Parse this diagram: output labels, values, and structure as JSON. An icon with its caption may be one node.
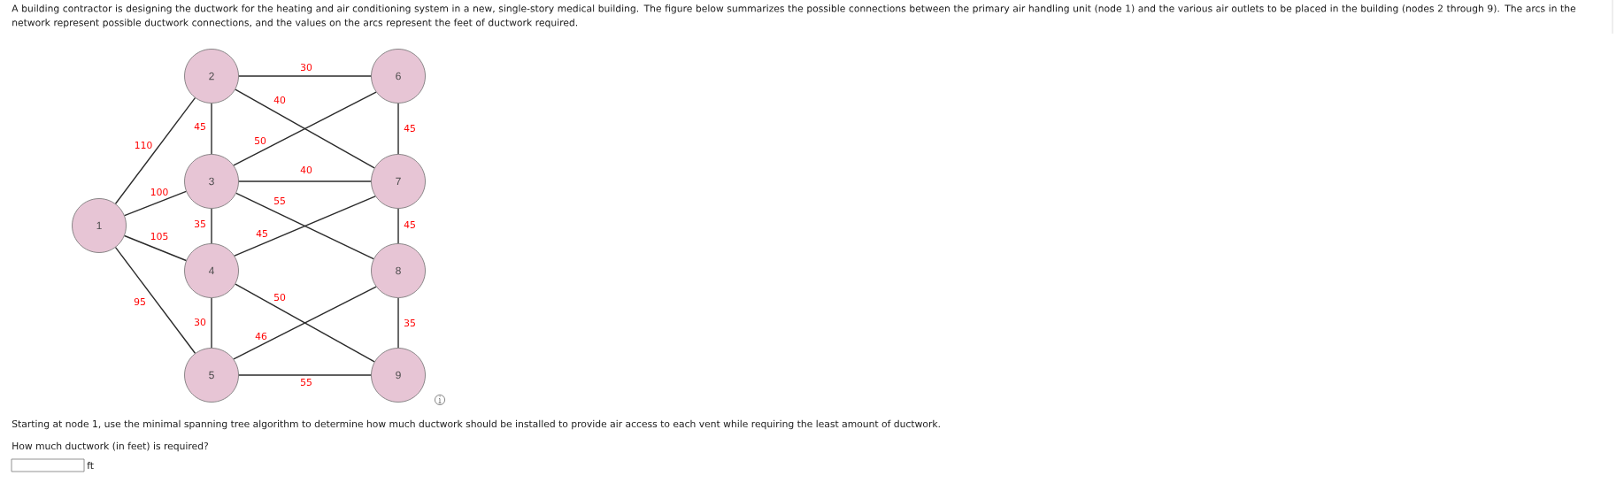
{
  "diagram": {
    "nodes": [
      {
        "text": [
          "1"
        ]
      },
      {
        "text": [
          "2"
        ]
      },
      {
        "text": [
          "3"
        ]
      },
      {
        "text": [
          "4"
        ]
      },
      {
        "text": [
          "5"
        ]
      },
      {
        "text": [
          "6"
        ]
      },
      {
        "text": [
          "7"
        ]
      },
      {
        "text": [
          "8"
        ]
      },
      {
        "text": [
          "9"
        ]
      }
    ],
    "edges": [
      {
        "from": 0,
        "to": 1,
        "arrow": "none",
        "label": "110"
      },
      {
        "from": 0,
        "to": 2,
        "arrow": "none",
        "label": "100"
      },
      {
        "from": 0,
        "to": 3,
        "arrow": "none",
        "label": "105"
      },
      {
        "from": 0,
        "to": 4,
        "arrow": "none",
        "label": "95"
      },
      {
        "from": 1,
        "to": 2,
        "arrow": "none",
        "label": "45"
      },
      {
        "from": 1,
        "to": 5,
        "arrow": "none",
        "label": "30"
      },
      {
        "from": 1,
        "to": 6,
        "arrow": "none",
        "label": "40"
      },
      {
        "from": 2,
        "to": 3,
        "arrow": "none",
        "label": "35"
      },
      {
        "from": 2,
        "to": 5,
        "arrow": "none",
        "label": "50"
      },
      {
        "from": 2,
        "to": 6,
        "arrow": "none",
        "label": "40"
      },
      {
        "from": 2,
        "to": 7,
        "arrow": "none",
        "label": "55"
      },
      {
        "from": 3,
        "to": 4,
        "arrow": "none",
        "label": "30"
      },
      {
        "from": 3,
        "to": 6,
        "arrow": "none",
        "label": "45"
      },
      {
        "from": 3,
        "to": 8,
        "arrow": "none",
        "label": "50"
      },
      {
        "from": 4,
        "to": 7,
        "arrow": "none",
        "label": "46"
      },
      {
        "from": 4,
        "to": 8,
        "arrow": "none",
        "label": "55"
      },
      {
        "from": 5,
        "to": 6,
        "arrow": "none",
        "label": "45"
      },
      {
        "from": 6,
        "to": 7,
        "arrow": "none",
        "label": "45"
      },
      {
        "from": 7,
        "to": 8,
        "arrow": "none",
        "label": "35"
      }
    ],
    "labels": [
      "A building contractor is designing the ductwork for the heating and air conditioning system in a new, single-story medical building. The figure below summarizes the possible connections between the primary air handling unit (node 1) and the various air outlets to be placed in the building (nodes 2 through 9). The arcs in the network represent possible ductwork connections, and the values on the arcs represent the feet of ductwork required.",
      "Starting at node 1, use the minimal spanning tree algorithm to determine how much ductwork should be installed to provide air access to each vent while requiring the least amount of ductwork.",
      "How much ductwork (in feet) is required?",
      "ft"
    ]
  }
}
